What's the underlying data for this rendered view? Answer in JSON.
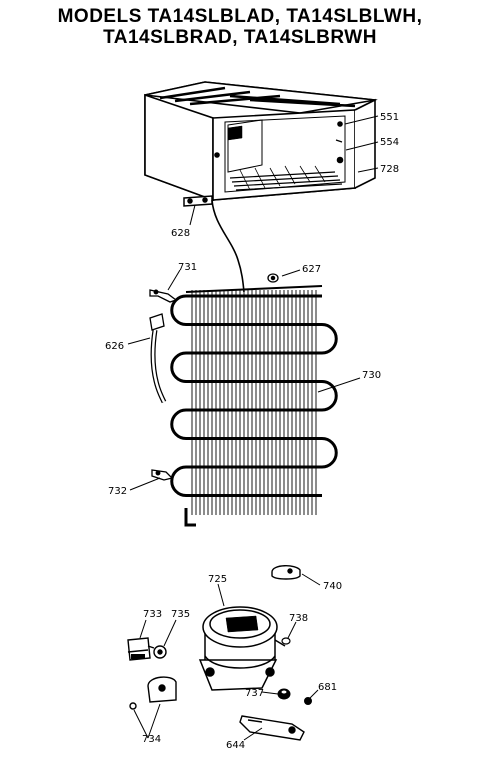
{
  "title": {
    "line1": "MODELS TA14SLBLAD, TA14SLBLWH,",
    "line2": "TA14SLBRAD, TA14SLBRWH"
  },
  "callouts": [
    {
      "id": "551",
      "text": "551",
      "part": "liner-screw"
    },
    {
      "id": "554",
      "text": "554",
      "part": "liner-plug"
    },
    {
      "id": "728",
      "text": "728",
      "part": "cabinet-liner"
    },
    {
      "id": "628",
      "text": "628",
      "part": "drain-tube-clip"
    },
    {
      "id": "731",
      "text": "731",
      "part": "condenser-clip-top"
    },
    {
      "id": "627",
      "text": "627",
      "part": "grommet"
    },
    {
      "id": "626",
      "text": "626",
      "part": "drain-tube"
    },
    {
      "id": "730",
      "text": "730",
      "part": "condenser"
    },
    {
      "id": "732",
      "text": "732",
      "part": "condenser-clip-bottom"
    },
    {
      "id": "725",
      "text": "725",
      "part": "compressor"
    },
    {
      "id": "740",
      "text": "740",
      "part": "compressor-clip"
    },
    {
      "id": "733",
      "text": "733",
      "part": "relay"
    },
    {
      "id": "735",
      "text": "735",
      "part": "overload"
    },
    {
      "id": "738",
      "text": "738",
      "part": "grommet-compressor"
    },
    {
      "id": "737",
      "text": "737",
      "part": "mounting-nut"
    },
    {
      "id": "681",
      "text": "681",
      "part": "screw"
    },
    {
      "id": "734",
      "text": "734",
      "part": "terminal-cover"
    },
    {
      "id": "644",
      "text": "644",
      "part": "base-bracket"
    }
  ]
}
